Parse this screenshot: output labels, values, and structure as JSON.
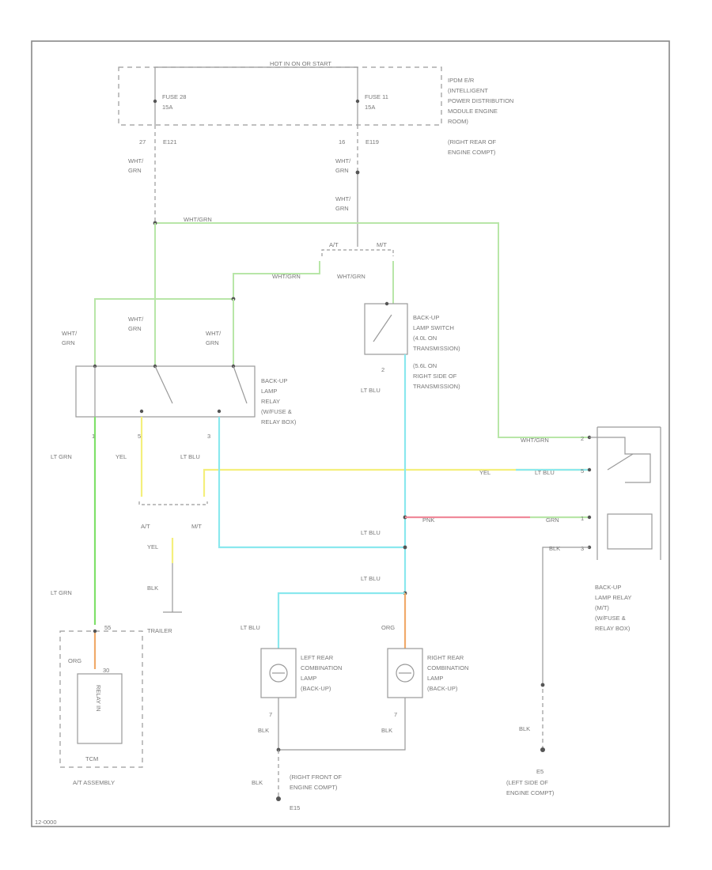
{
  "colors": {
    "wht_grn": "#b8e6a8",
    "lt_grn": "#7fe06a",
    "yel": "#f4ef7c",
    "lt_blu": "#8ae8ee",
    "pnk": "#f08a9a",
    "org": "#f0aa6a",
    "wire": "#9a9a9a",
    "frame": "#888888"
  },
  "fuse_box": {
    "header": "HOT IN ON OR START",
    "fuse_left": [
      "FUSE 28",
      "15A"
    ],
    "fuse_right": [
      "FUSE 11",
      "15A"
    ],
    "description": [
      "IPDM E/R",
      "(INTELLIGENT",
      "POWER DISTRIBUTION",
      "MODULE ENGINE",
      "ROOM)",
      "(RIGHT REAR OF",
      "ENGINE COMPT)"
    ],
    "pin_left": "27",
    "conn_left": "E121",
    "pin_right": "16",
    "conn_right": "E119"
  },
  "wires": {
    "wht_grn_stack": [
      "WHT/",
      "GRN"
    ],
    "wht_grn": "WHT/GRN",
    "lt_grn": "LT GRN",
    "yel": "YEL",
    "lt_blu": "LT BLU",
    "pnk": "PNK",
    "grn": "GRN",
    "blk": "BLK",
    "org": "ORG"
  },
  "split": {
    "at": "A/T",
    "mt": "M/T"
  },
  "backup_switch": {
    "lines": [
      "BACK-UP",
      "LAMP SWITCH",
      "(4.0L ON",
      "TRANSMISSION)",
      "(5.6L ON",
      "RIGHT SIDE OF",
      "TRANSMISSION)"
    ],
    "pin": "2"
  },
  "relay_left": {
    "lines": [
      "BACK-UP",
      "LAMP",
      "RELAY",
      "(W/FUSE &",
      "RELAY BOX)"
    ],
    "pins": [
      "1",
      "5",
      "3"
    ]
  },
  "relay_right": {
    "lines": [
      "BACK-UP",
      "LAMP RELAY",
      "(M/T)",
      "(W/FUSE &",
      "RELAY BOX)"
    ],
    "pins": [
      "2",
      "5",
      "1",
      "3"
    ]
  },
  "trailer": "TRAILER",
  "tcm": {
    "pin_top": "55",
    "pin_mid": "30",
    "inner": "RELAY IN",
    "label": "TCM",
    "assembly": "A/T ASSEMBLY"
  },
  "lamp_left": {
    "lines": [
      "LEFT REAR",
      "COMBINATION",
      "LAMP",
      "(BACK-UP)"
    ],
    "pin": "7"
  },
  "lamp_right": {
    "lines": [
      "RIGHT REAR",
      "COMBINATION",
      "LAMP",
      "(BACK-UP)"
    ],
    "pin": "7"
  },
  "ground_right_front": {
    "lines": [
      "(RIGHT FRONT OF",
      "ENGINE COMPT)"
    ],
    "id": "E15"
  },
  "ground_left_side": {
    "id": "E5",
    "lines": [
      "(LEFT SIDE OF",
      "ENGINE COMPT)"
    ]
  },
  "footer_code": "12-0000"
}
